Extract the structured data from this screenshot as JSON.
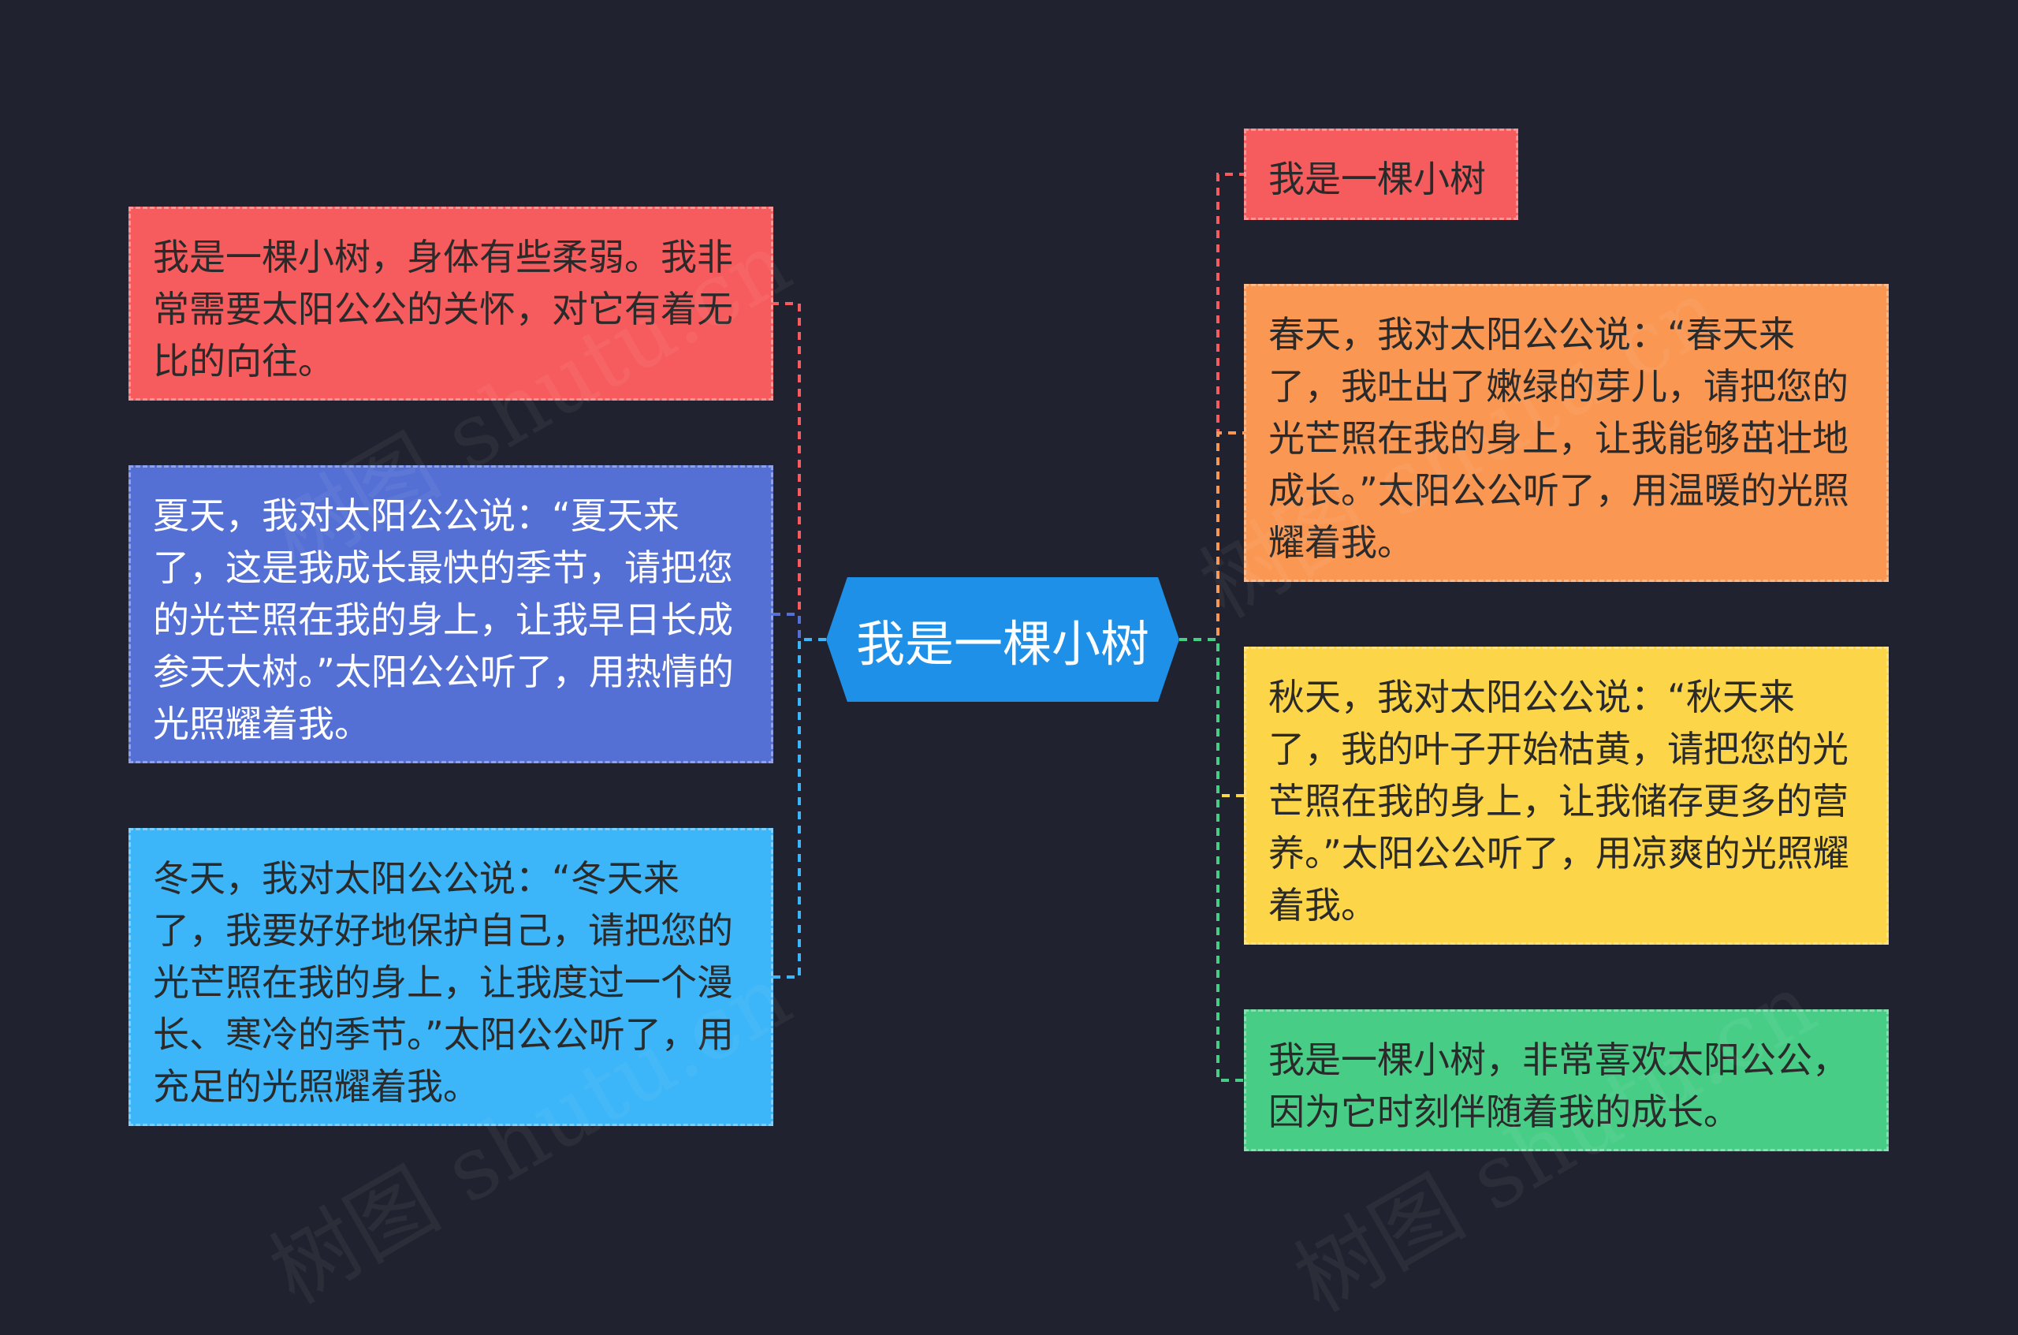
{
  "central_topic": "我是一棵小树",
  "left_branches": [
    {
      "text": "我是一棵小树，身体有些柔弱。我非常需要太阳公公的关怀，对它有着无比的向往。",
      "color": "#f65c5e"
    },
    {
      "text": "夏天，我对太阳公公说：“夏天来了，这是我成长最快的季节，请把您的光芒照在我的身上，让我早日长成参天大树。”太阳公公听了，用热情的光照耀着我。",
      "color": "#5570d4"
    },
    {
      "text": "冬天，我对太阳公公说：“冬天来了，我要好好地保护自己，请把您的光芒照在我的身上，让我度过一个漫长、寒冷的季节。”太阳公公听了，用充足的光照耀着我。",
      "color": "#3cb6f8"
    }
  ],
  "right_branches": [
    {
      "text": "我是一棵小树",
      "color": "#f65c5e"
    },
    {
      "text": "春天，我对太阳公公说：“春天来了，我吐出了嫩绿的芽儿，请把您的光芒照在我的身上，让我能够茁壮地成长。”太阳公公听了，用温暖的光照耀着我。",
      "color": "#fa9753"
    },
    {
      "text": "秋天，我对太阳公公说：“秋天来了，我的叶子开始枯黄，请把您的光芒照在我的身上，让我储存更多的营养。”太阳公公听了，用凉爽的光照耀着我。",
      "color": "#fdd548"
    },
    {
      "text": "我是一棵小树，非常喜欢太阳公公，因为它时刻伴随着我的成长。",
      "color": "#48cd87"
    }
  ],
  "center_color": "#1e90e8",
  "background_color": "#20232f",
  "watermark": "树图 shutu.cn"
}
